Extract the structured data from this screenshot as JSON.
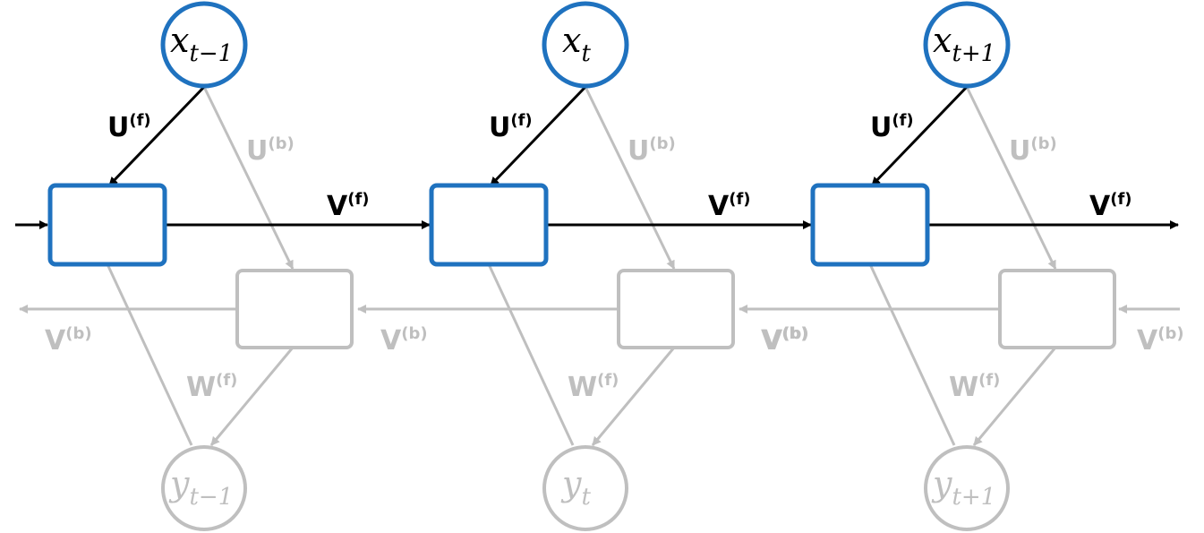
{
  "colors": {
    "active": "#000000",
    "inactive": "#bfbfbf",
    "node_border": "#1f72bf",
    "inactive_border": "#bfbfbf"
  },
  "steps": [
    {
      "x_var": "x",
      "x_sub": "t−1",
      "y_var": "y",
      "y_sub": "t−1"
    },
    {
      "x_var": "x",
      "x_sub": "t",
      "y_var": "y",
      "y_sub": "t"
    },
    {
      "x_var": "x",
      "x_sub": "t+1",
      "y_var": "y",
      "y_sub": "t+1"
    }
  ],
  "labels": {
    "U_forward": {
      "base": "U",
      "sup": "(f)"
    },
    "U_backward": {
      "base": "U",
      "sup": "(b)"
    },
    "V_forward": {
      "base": "V",
      "sup": "(f)"
    },
    "V_backward": {
      "base": "V",
      "sup": "(b)"
    },
    "W_forward": {
      "base": "W",
      "sup": "(f)"
    }
  }
}
